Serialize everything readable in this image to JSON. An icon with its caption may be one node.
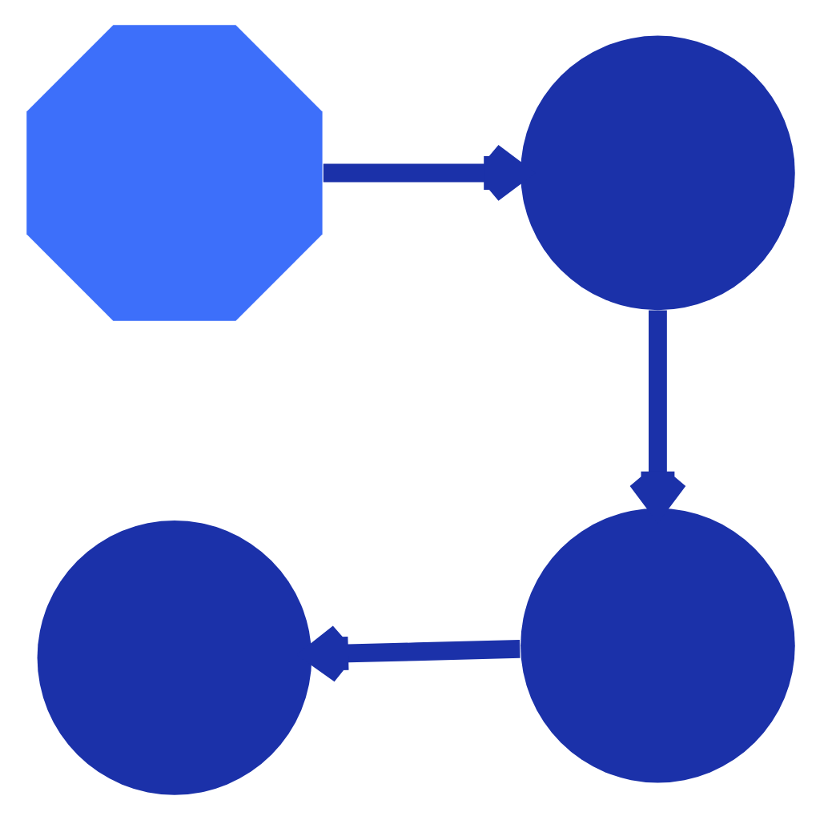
{
  "diagram": {
    "nodes": [
      {
        "text": [],
        "shape": "gear"
      },
      {
        "text": [],
        "shape": "circle"
      },
      {
        "text": [],
        "shape": "circle"
      },
      {
        "text": [],
        "shape": "circle"
      }
    ],
    "edges": [
      {
        "from": 0,
        "to": 1,
        "arrow": "to"
      },
      {
        "from": 1,
        "to": 2,
        "arrow": "to"
      },
      {
        "from": 2,
        "to": 3,
        "arrow": "to"
      }
    ]
  }
}
